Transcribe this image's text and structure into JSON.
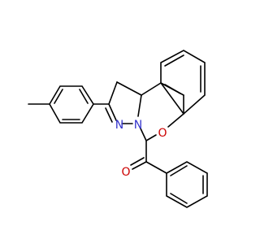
{
  "molecule": {
    "atoms": {
      "n1": "N",
      "n2": "N",
      "o_ring": "O",
      "o_carbonyl": "O"
    },
    "colors": {
      "bond": "#000000",
      "nitrogen": "#3333cc",
      "oxygen": "#cc0000",
      "background": "#ffffff"
    }
  }
}
